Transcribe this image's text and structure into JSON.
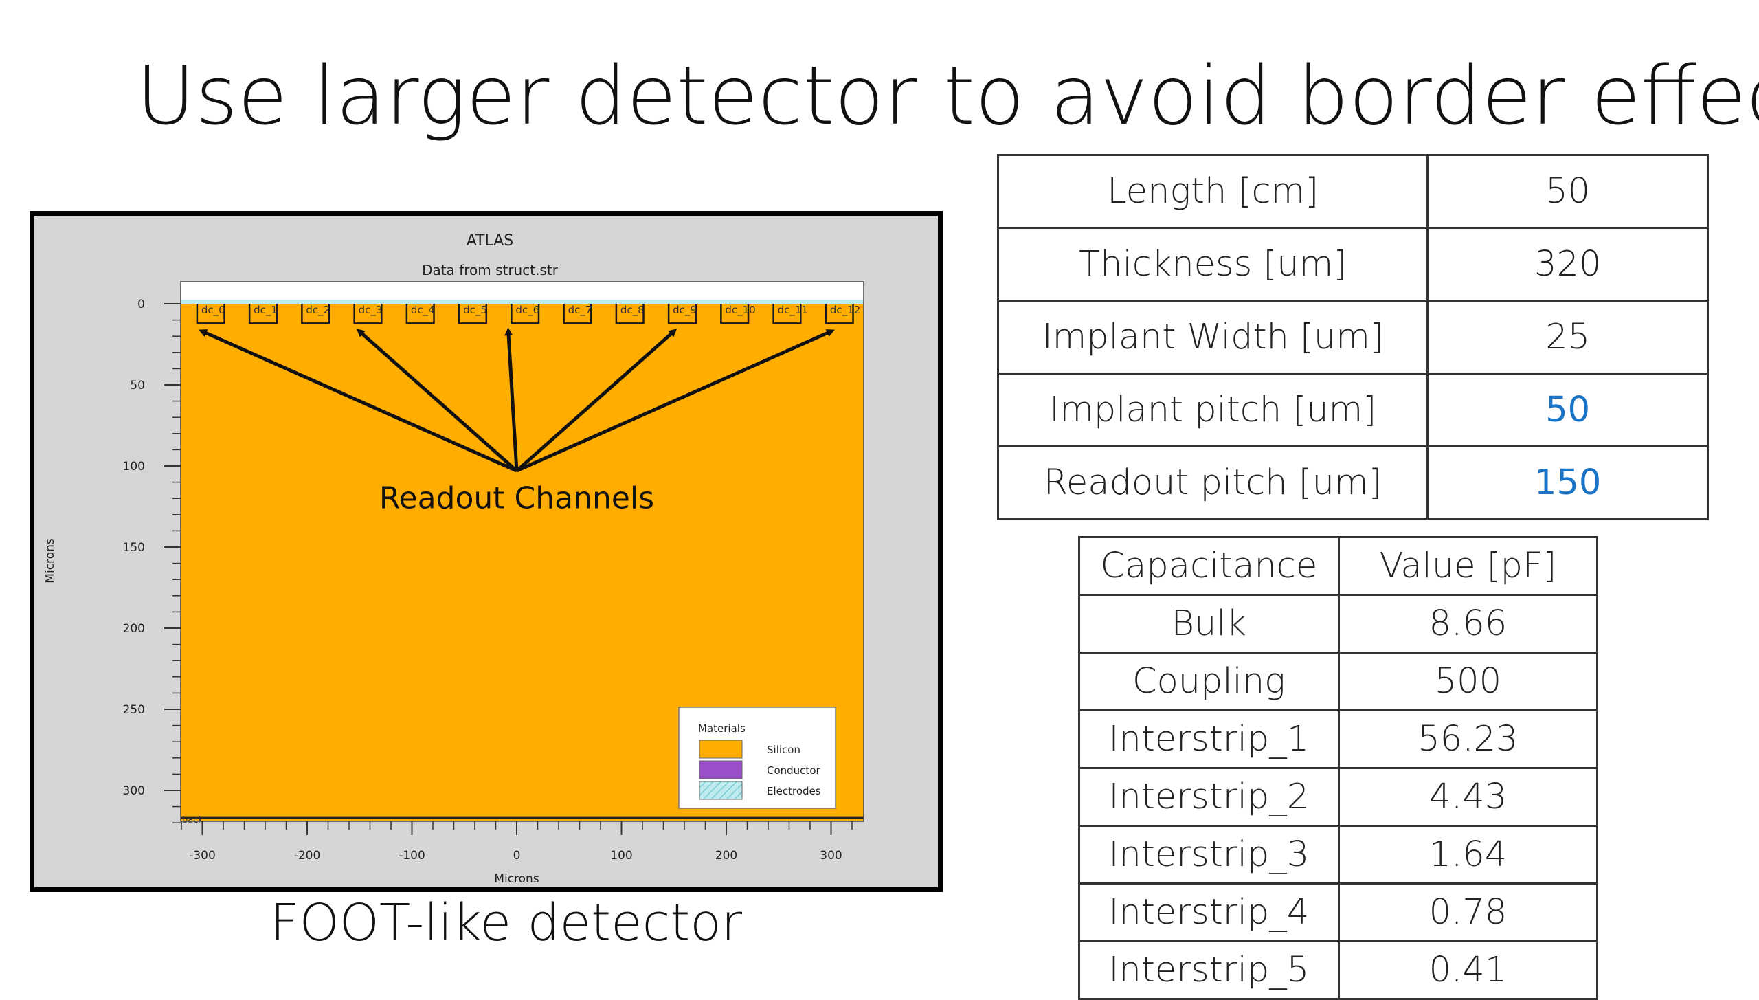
{
  "slide": {
    "title": "Use larger detector to avoid border effect",
    "caption": "FOOT-like detector"
  },
  "simulation": {
    "title": "ATLAS",
    "subtitle": "Data from struct.str",
    "annotation": "Readout Channels",
    "x_axis_label": "Microns",
    "y_axis_label": "Microns",
    "x_ticks": [
      "-300",
      "-200",
      "-100",
      "0",
      "100",
      "200",
      "300"
    ],
    "y_ticks": [
      "0",
      "50",
      "100",
      "150",
      "200",
      "250",
      "300"
    ],
    "electrode_labels": [
      "dc_0",
      "dc_1",
      "dc_2",
      "dc_3",
      "dc_4",
      "dc_5",
      "dc_6",
      "dc_7",
      "dc_8",
      "dc_9",
      "dc_10",
      "dc_11",
      "dc_12"
    ],
    "bottom_label": "back",
    "legend": {
      "title": "Materials",
      "items": [
        {
          "label": "Silicon",
          "color": "#ffad00"
        },
        {
          "label": "Conductor",
          "color": "#9b4fc9"
        },
        {
          "label": "Electrodes",
          "color": "#bdebee"
        }
      ]
    },
    "colors": {
      "silicon": "#ffad00",
      "background": "#d6d6d6",
      "electrode": "#bdebee"
    }
  },
  "params_table": {
    "rows": [
      {
        "name": "Length [cm]",
        "value": "50",
        "accent": false
      },
      {
        "name": "Thickness [um]",
        "value": "320",
        "accent": false
      },
      {
        "name": "Implant Width [um]",
        "value": "25",
        "accent": false
      },
      {
        "name": "Implant pitch [um]",
        "value": "50",
        "accent": true
      },
      {
        "name": "Readout pitch [um]",
        "value": "150",
        "accent": true
      }
    ],
    "accent_color": "#1a73c4"
  },
  "capacitance_table": {
    "header": {
      "name": "Capacitance",
      "value": "Value [pF]"
    },
    "rows": [
      {
        "name": "Bulk",
        "value": "8.66"
      },
      {
        "name": "Coupling",
        "value": "500"
      },
      {
        "name": "Interstrip_1",
        "value": "56.23"
      },
      {
        "name": "Interstrip_2",
        "value": "4.43"
      },
      {
        "name": "Interstrip_3",
        "value": "1.64"
      },
      {
        "name": "Interstrip_4",
        "value": "0.78"
      },
      {
        "name": "Interstrip_5",
        "value": "0.41"
      }
    ]
  }
}
